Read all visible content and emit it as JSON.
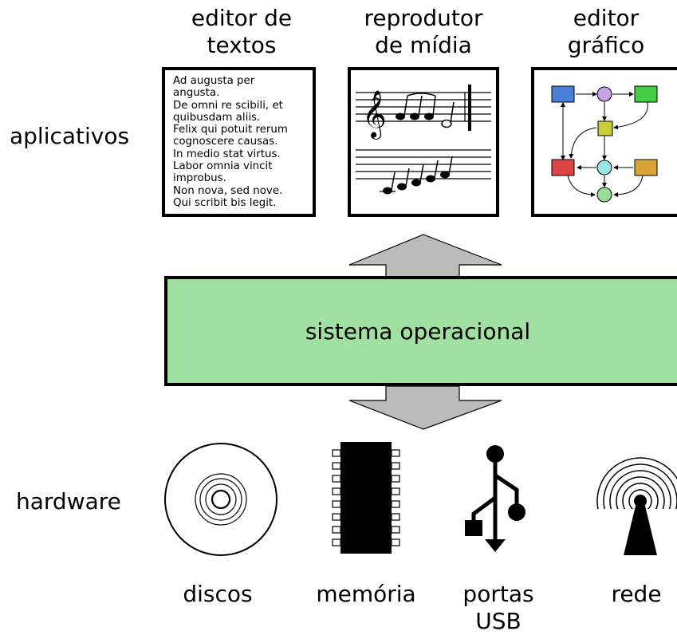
{
  "rows": {
    "apps_label": "aplicativos",
    "hardware_label": "hardware"
  },
  "apps": [
    {
      "label": "editor de\ntextos",
      "icon": "text-document-icon"
    },
    {
      "label": "reprodutor\nde mídia",
      "icon": "music-score-icon"
    },
    {
      "label": "editor\ngráfico",
      "icon": "graph-diagram-icon"
    }
  ],
  "document_text": "Ad augusta per\nangusta.\nDe omni re scibili, et\nquibusdam aliis.\nFelix qui potuit rerum\ncognoscere causas.\nIn medio stat virtus.\nLabor omnia vincit\nimprobus.\nNon nova, sed nove.\nQui scribit bis legit.",
  "os": {
    "label": "sistema operacional",
    "color": "#a0e0a0"
  },
  "hardware": [
    {
      "label": "discos",
      "icon": "disc-icon"
    },
    {
      "label": "memória",
      "icon": "memory-chip-icon"
    },
    {
      "label": "portas\nUSB",
      "icon": "usb-icon"
    },
    {
      "label": "rede",
      "icon": "antenna-icon"
    }
  ],
  "colors": {
    "arrow": "#bbbbbb",
    "node_blue": "#4a7fd6",
    "node_purple": "#c9a2e6",
    "node_green": "#44cc44",
    "node_yellow": "#cccc33",
    "node_red": "#dd4444",
    "node_cyan": "#99e6e6",
    "node_orange": "#d9a33a",
    "node_lightgreen": "#99dd99"
  }
}
